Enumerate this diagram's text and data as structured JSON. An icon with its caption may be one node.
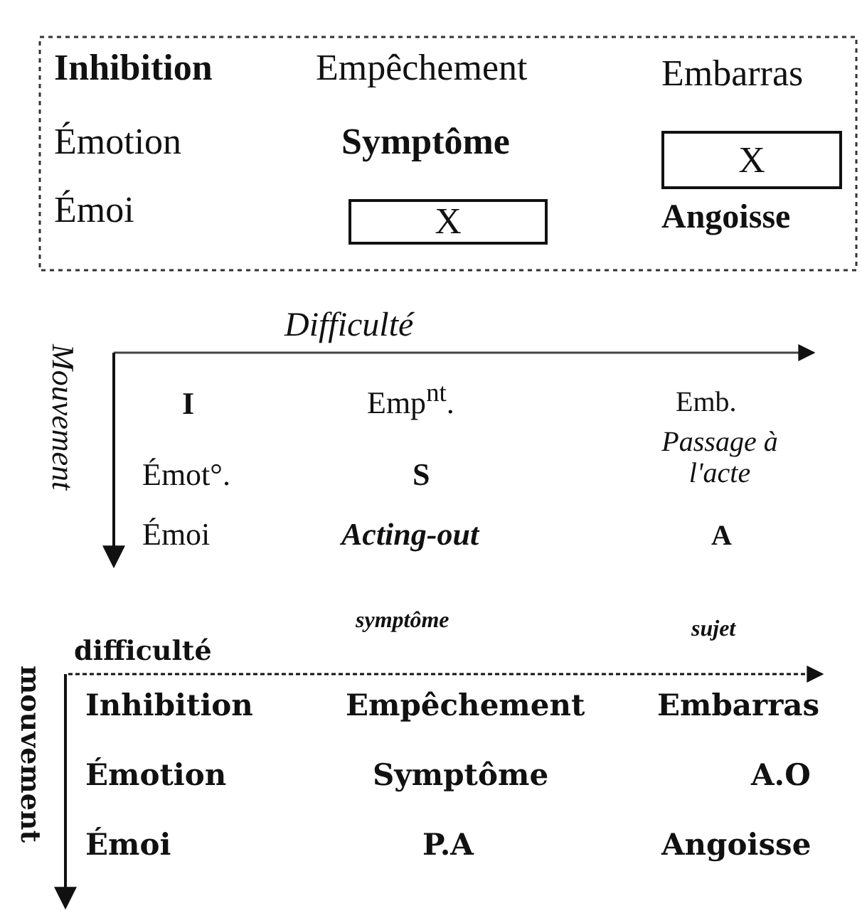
{
  "diagram": {
    "nodes": [
      {
        "text": [
          "X"
        ]
      },
      {
        "text": [
          "X"
        ]
      }
    ],
    "labels": [
      "Inhibition",
      "Empêchement",
      "Embarras",
      "Émotion",
      "Symptôme",
      "Émoi",
      "Angoisse",
      "Difficulté",
      "Mouvement",
      "I",
      "Emp$^{nt}$.",
      "Emb.",
      "Émot°.",
      "S",
      "Passage à l'acte",
      "Émoi",
      "Acting-out",
      "A",
      "symptôme",
      "sujet",
      "difficulté",
      "mouvement",
      "Inhibition",
      "Empêchement",
      "Embarras",
      "Émotion",
      "Symptôme",
      "A.O",
      "Émoi",
      "P.A",
      "Angoisse"
    ]
  }
}
